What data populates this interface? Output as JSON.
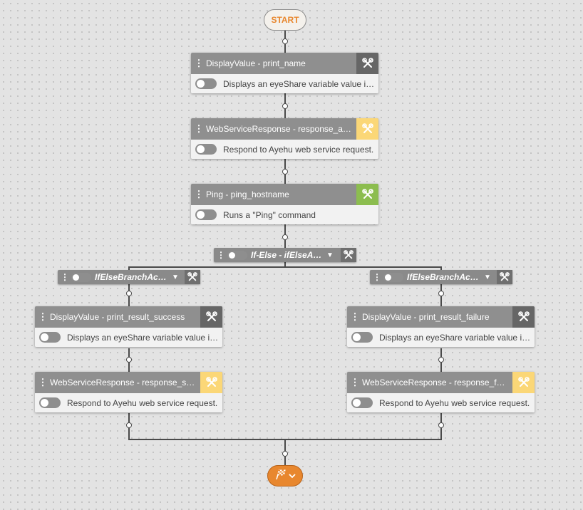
{
  "flow": {
    "start_label": "START",
    "nodes": [
      {
        "title": "DisplayValue - print_name",
        "desc": "Displays an eyeShare variable value in the log"
      },
      {
        "title": "WebServiceResponse - response_as_requested",
        "desc": "Respond to Ayehu web service request."
      },
      {
        "title": "Ping - ping_hostname",
        "desc": "Runs a \"Ping\" command"
      }
    ],
    "ifelse": {
      "label": "If-Else - ifElseAction"
    },
    "branches": [
      {
        "label": "IfElseBranchAction",
        "nodes": [
          {
            "title": "DisplayValue - print_result_success",
            "desc": "Displays an eyeShare variable value in the log"
          },
          {
            "title": "WebServiceResponse - response_success",
            "desc": "Respond to Ayehu web service request."
          }
        ]
      },
      {
        "label": "IfElseBranchAction",
        "nodes": [
          {
            "title": "DisplayValue - print_result_failure",
            "desc": "Displays an eyeShare variable value in the log"
          },
          {
            "title": "WebServiceResponse - response_failure",
            "desc": "Respond to Ayehu web service request."
          }
        ]
      }
    ],
    "end": {
      "icon": "checkered-flag-icon",
      "chevron": "chevron-down-icon"
    }
  },
  "icons": {
    "node_grip": "⋮",
    "tool": "wrench-screwdriver-icon",
    "bar_chevron": "⌄"
  },
  "colors": {
    "accent": "#e8872e",
    "tool_dark": "#666666",
    "tool_yellow": "#fbd777",
    "tool_green": "#8cbd4f"
  }
}
